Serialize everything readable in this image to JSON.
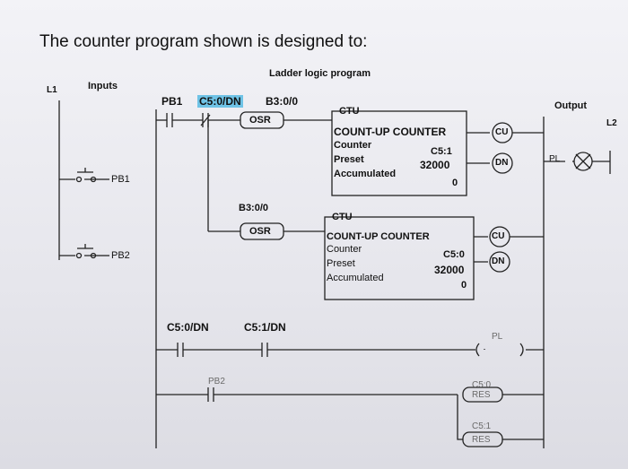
{
  "question": "The counter program shown is designed to:",
  "diagram": {
    "title": "Ladder logic program",
    "rail_left": "L1",
    "rail_right": "L2",
    "inputs_label": "Inputs",
    "output_label": "Output",
    "input_pb1": "PB1",
    "input_pb2": "PB2",
    "output_coil_label": "PL",
    "rung1": {
      "pb1": "PB1",
      "c50dn": "C5:0/DN",
      "b300": "B3:0/0",
      "osr": "OSR"
    },
    "ctu1": {
      "header": "CTU",
      "title": "COUNT-UP COUNTER",
      "counter_label": "Counter",
      "counter": "C5:1",
      "preset_label": "Preset",
      "preset": "32000",
      "acc_label": "Accumulated",
      "acc": "0",
      "cu": "CU",
      "dn": "DN"
    },
    "branch": {
      "b300": "B3:0/0",
      "osr": "OSR"
    },
    "ctu2": {
      "header": "CTU",
      "title": "COUNT-UP COUNTER",
      "counter_label": "Counter",
      "counter": "C5:0",
      "preset_label": "Preset",
      "preset": "32000",
      "acc_label": "Accumulated",
      "acc": "0",
      "cu": "CU",
      "dn": "DN"
    },
    "rung2": {
      "c50dn": "C5:0/DN",
      "c51dn": "C5:1/DN",
      "pl": "PL"
    },
    "rung3": {
      "pb2": "PB2",
      "c50": "C5:0",
      "res1": "RES",
      "c51": "C5:1",
      "res2": "RES"
    }
  }
}
